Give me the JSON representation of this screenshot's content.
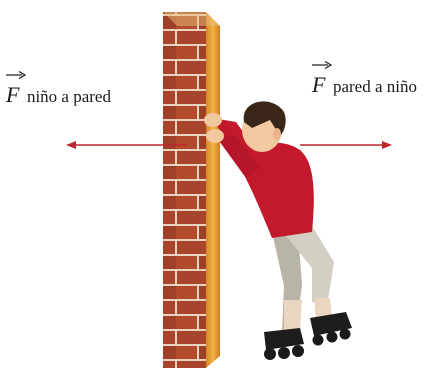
{
  "forces": {
    "left": {
      "symbol": "F",
      "subscript": "niño a pared"
    },
    "right": {
      "symbol": "F",
      "subscript": "pared a niño"
    }
  },
  "colors": {
    "arrow": "#c0272d",
    "brick": "#a9432a",
    "wall_side": "#e59a2e",
    "shirt": "#c4192c",
    "pants": "#c9c4b8"
  }
}
